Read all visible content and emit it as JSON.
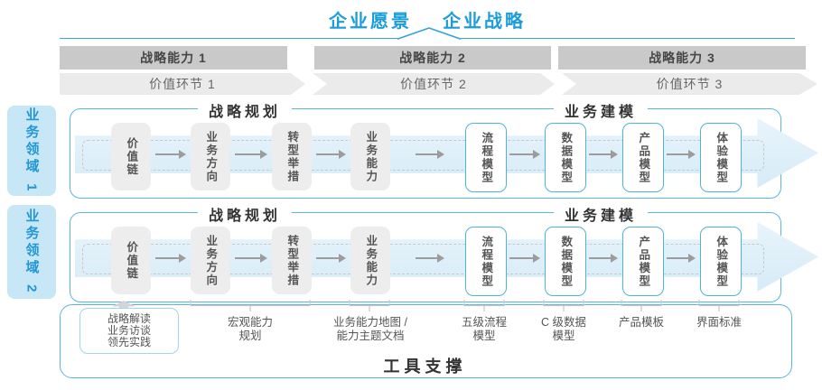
{
  "colors": {
    "accent_blue": "#1b9dd9",
    "lane_border_blue": "#58b7e0",
    "node_border_blue": "#4db4e0",
    "domain_strip_bg": "#c7e7f6",
    "domain_text_blue": "#2397d4",
    "capability_bar_gray": "#c9c9c9",
    "value_band_gray": "#ebebeb",
    "node_gray": "#ededed",
    "flow_arrow_gray": "#9c9c9c",
    "band_arrow_blue": "#dcedf8",
    "heading_dark": "#333333",
    "body_gray": "#555555"
  },
  "header": {
    "vision": "企业愿景",
    "strategy": "企业战略"
  },
  "strategy_capabilities": [
    {
      "label": "战略能力 1"
    },
    {
      "label": "战略能力 2"
    },
    {
      "label": "战略能力 3"
    }
  ],
  "value_links": [
    {
      "label": "价值环节 1"
    },
    {
      "label": "价值环节 2"
    },
    {
      "label": "价值环节 3"
    }
  ],
  "business_domains": [
    {
      "label": "业务领域 1"
    },
    {
      "label": "业务领域 2"
    }
  ],
  "lane": {
    "planning_header": "战略规划",
    "modeling_header": "业务建模",
    "planning_boxes": [
      {
        "label": "价值链"
      },
      {
        "label": "业务方向"
      },
      {
        "label": "转型举措"
      },
      {
        "label": "业务能力"
      }
    ],
    "modeling_boxes": [
      {
        "label": "流程模型"
      },
      {
        "label": "数据模型"
      },
      {
        "label": "产品模型"
      },
      {
        "label": "体验模型"
      }
    ]
  },
  "annotations": {
    "inputs": {
      "line1": "战略解读",
      "line2": "业务访谈",
      "line3": "领先实践"
    },
    "macro": {
      "line1": "宏观能力",
      "line2": "规划"
    },
    "capability_map": {
      "line1": "业务能力地图 /",
      "line2": "能力主题文档"
    },
    "process_model": {
      "line1": "五级流程",
      "line2": "模型"
    },
    "data_model": {
      "line1": "C 级数据",
      "line2": "模型"
    },
    "product_template": {
      "line1": "产品模板"
    },
    "ui_standard": {
      "line1": "界面标准"
    }
  },
  "tool_support": "工具支撑"
}
